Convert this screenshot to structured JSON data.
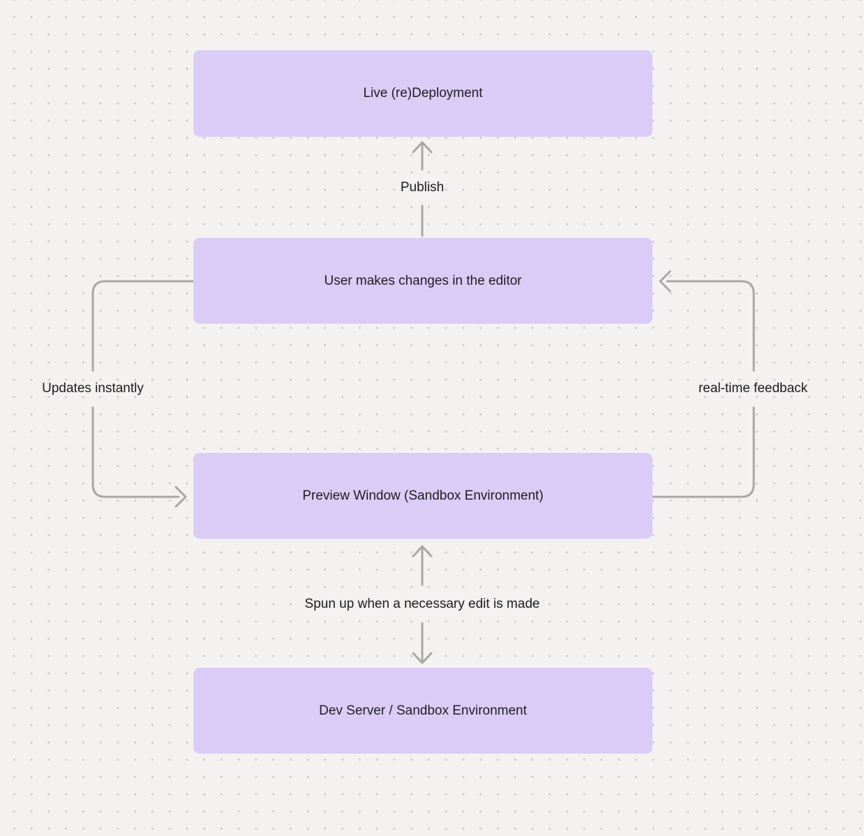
{
  "diagram": {
    "nodes": [
      {
        "label": "Live (re)Deployment"
      },
      {
        "label": "User makes changes in the editor"
      },
      {
        "label": "Preview Window (Sandbox Environment)"
      },
      {
        "label": "Dev Server / Sandbox Environment"
      }
    ],
    "edges": [
      {
        "label": "Publish"
      },
      {
        "label": "Updates instantly"
      },
      {
        "label": "real-time feedback"
      },
      {
        "label": "Spun up when a necessary edit is made"
      }
    ],
    "colors": {
      "background": "#f3f2f1",
      "dot": "#cdccca",
      "node_fill": "#dbccf7",
      "text": "#1d1b20",
      "arrow": "#a9a7a4"
    }
  }
}
